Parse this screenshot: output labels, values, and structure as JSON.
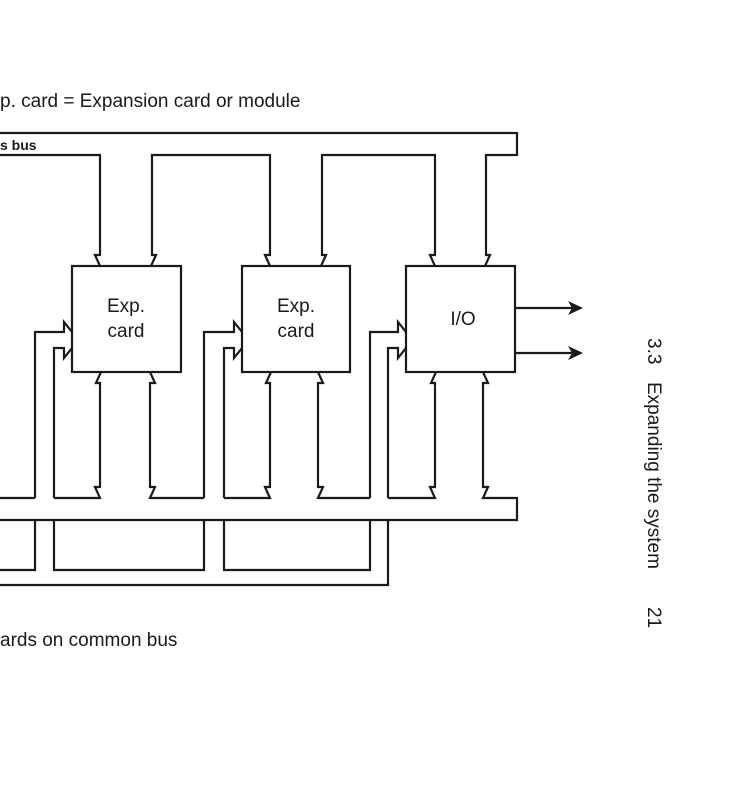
{
  "legend": "p. card = Expansion card or module",
  "top_bus_label": "s bus",
  "modules": [
    {
      "line1": "Exp.",
      "line2": "card"
    },
    {
      "line1": "Exp.",
      "line2": "card"
    },
    {
      "line1": "I/O",
      "line2": ""
    }
  ],
  "caption": "ards on common bus",
  "side_header": {
    "section": "3.3",
    "title": "Expanding the system",
    "page": "21"
  }
}
